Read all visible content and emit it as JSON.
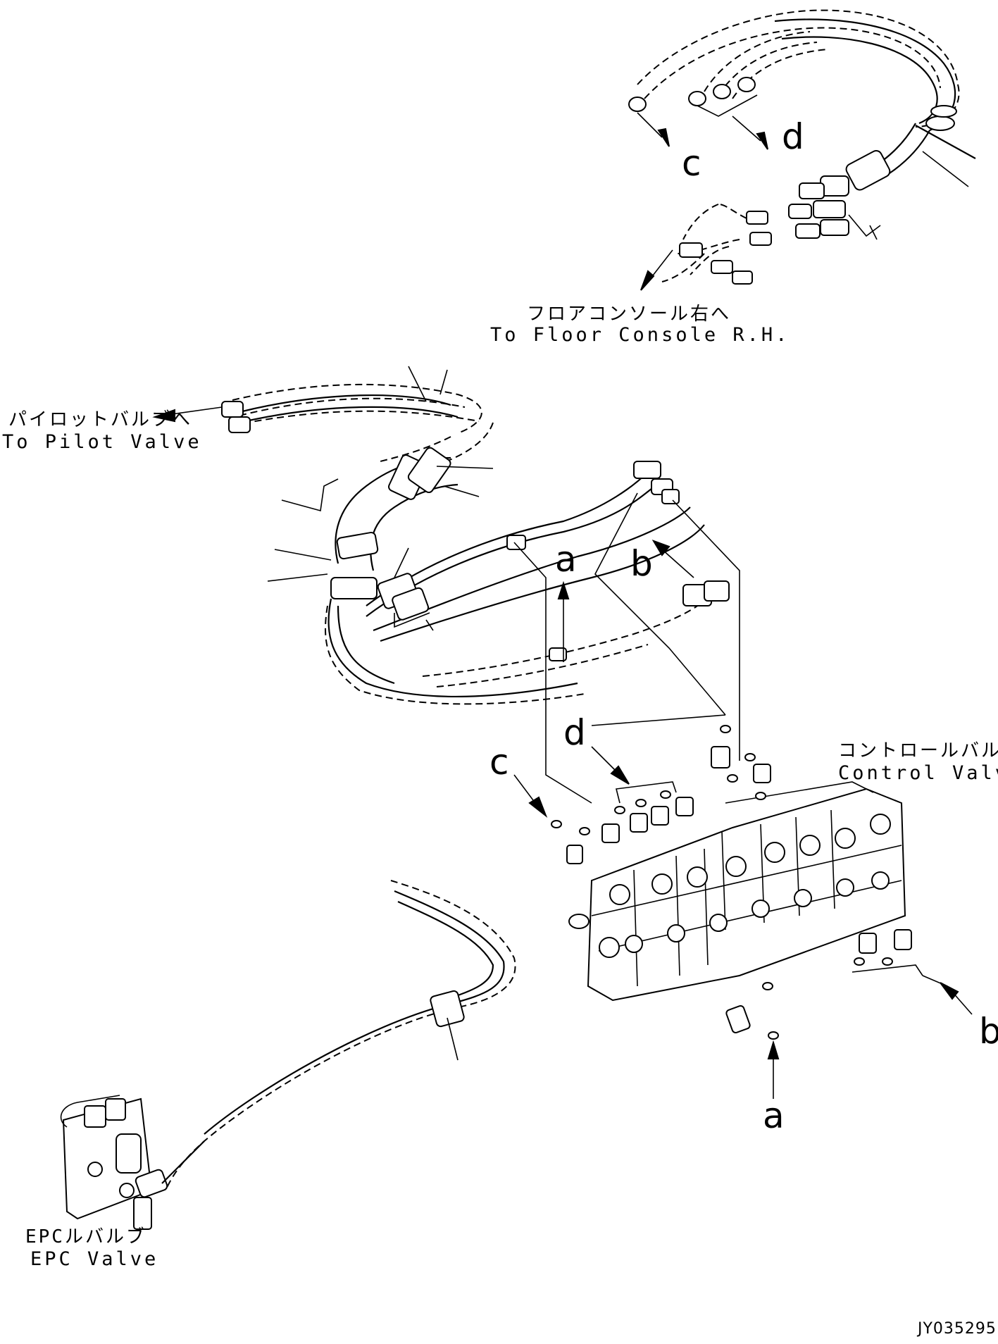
{
  "labels": {
    "floor_console_jp": "フロアコンソール右へ",
    "floor_console_en": "To Floor Console R.H.",
    "pilot_valve_jp": "パイロットバルブへ",
    "pilot_valve_en": "To Pilot Valve",
    "control_valve_jp": "コントロールバルブ",
    "control_valve_en": "Control Valve",
    "epc_valve_jp": "EPCルバルブ",
    "epc_valve_en": "EPC Valve"
  },
  "callouts": {
    "c_top": "c",
    "d_top": "d",
    "a_mid": "a",
    "b_mid": "b",
    "c_mid": "c",
    "d_mid": "d",
    "b_right": "b",
    "a_bottom": "a"
  },
  "drawing_code": "JY035295"
}
